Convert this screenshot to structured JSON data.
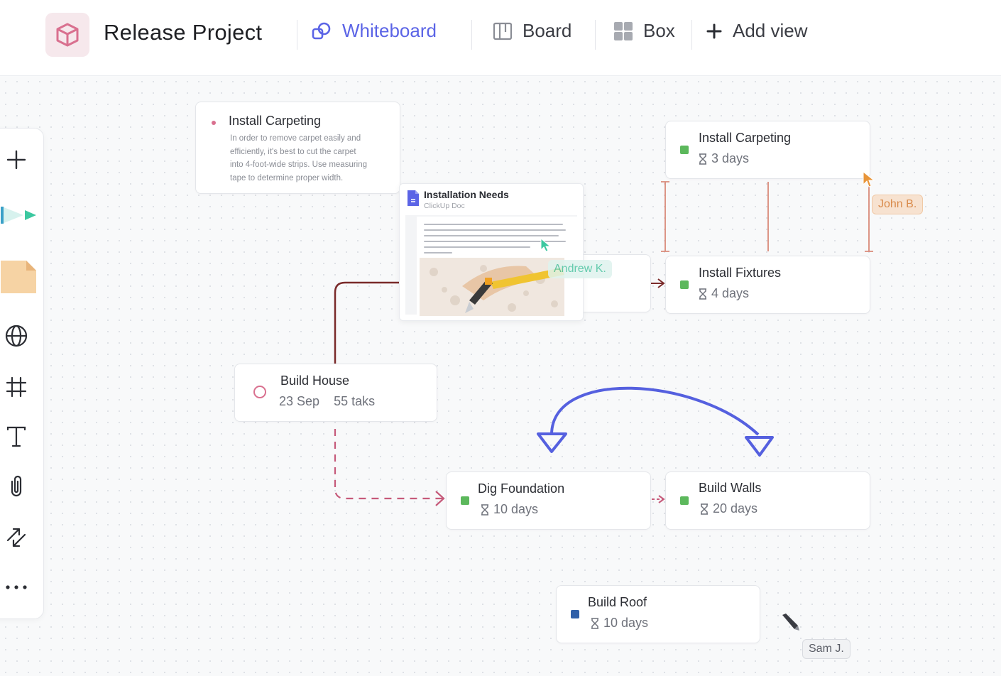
{
  "header": {
    "title": "Release Project",
    "tabs": [
      {
        "label": "Whiteboard",
        "icon": "whiteboard-icon",
        "active": true
      },
      {
        "label": "Board",
        "icon": "board-icon"
      },
      {
        "label": "Box",
        "icon": "box-grid-icon"
      },
      {
        "label": "Add view",
        "icon": "plus-icon"
      }
    ]
  },
  "toolbar": {
    "tools": [
      "plus-icon",
      "pen-icon",
      "sticky-note-icon",
      "globe-icon",
      "frame-icon",
      "text-icon",
      "attachment-icon",
      "connector-icon",
      "more-icon"
    ]
  },
  "note": {
    "title": "Install Carpeting",
    "body_lines": [
      "In order to remove carpet easily and",
      "efficiently, it's best to cut the carpet",
      "into 4-foot-wide strips. Use measuring",
      "tape to determine proper width."
    ]
  },
  "doc": {
    "title": "Installation Needs",
    "subtitle": "ClickUp Doc",
    "icon": "document-icon"
  },
  "tasks": {
    "install_carpeting": {
      "title": "Install Carpeting",
      "duration": "3 days"
    },
    "install_fixtures": {
      "title": "Install Fixtures",
      "duration": "4 days"
    },
    "build_house": {
      "title": "Build House",
      "date": "23 Sep",
      "count": "55 taks"
    },
    "dig_foundation": {
      "title": "Dig Foundation",
      "duration": "10 days"
    },
    "build_walls": {
      "title": "Build Walls",
      "duration": "20 days"
    },
    "build_roof": {
      "title": "Build Roof",
      "duration": "10 days"
    }
  },
  "users": {
    "john": "John B.",
    "andrew": "Andrew K.",
    "sam": "Sam J."
  },
  "colors": {
    "accent": "#5b64e6",
    "status_green": "#5cb85c",
    "status_blue": "#2f5fa8",
    "connector_dark_red": "#7a2a2a",
    "connector_pink": "#c65a7a",
    "dependency_red": "#d98a7a",
    "john_label": "#f7e2d0",
    "andrew_label": "#dff3ee",
    "blue_arrow": "#5560df"
  }
}
